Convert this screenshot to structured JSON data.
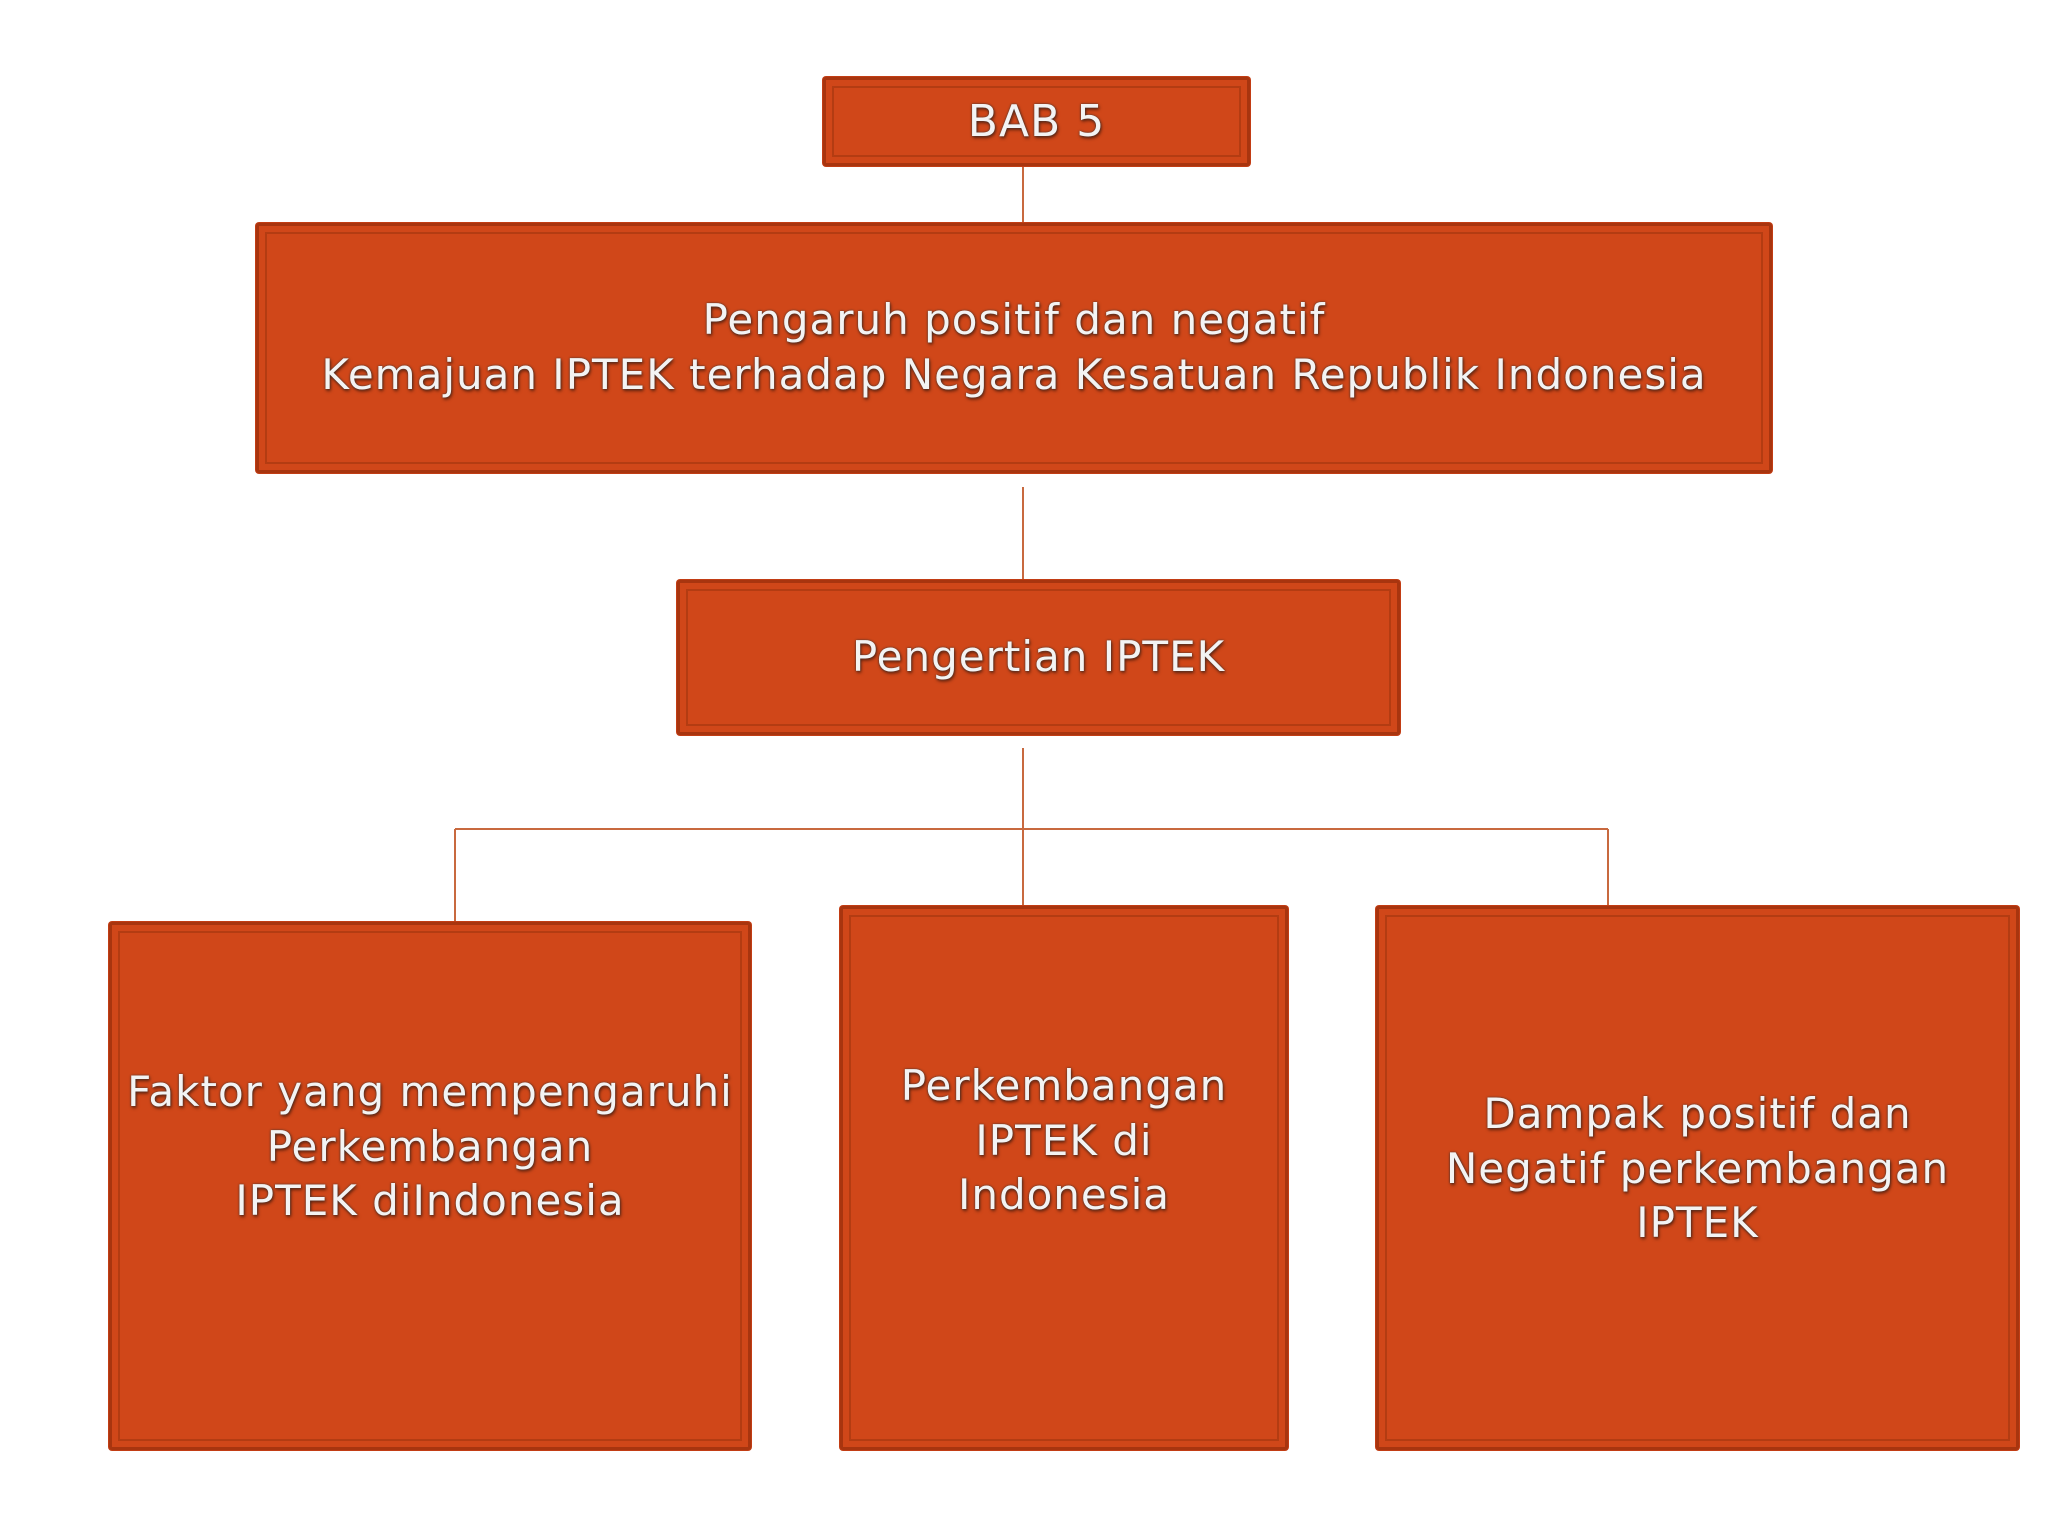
{
  "diagram": {
    "nodes": [
      {
        "id": "bab",
        "label": "BAB 5"
      },
      {
        "id": "title",
        "label": "Pengaruh positif dan negatif\nKemajuan IPTEK terhadap Negara Kesatuan Republik Indonesia"
      },
      {
        "id": "pengertian",
        "label": "Pengertian IPTEK"
      },
      {
        "id": "faktor",
        "label": "Faktor yang mempengaruhi\nPerkembangan\nIPTEK diIndonesia"
      },
      {
        "id": "perkembangan",
        "label": "Perkembangan\nIPTEK di\nIndonesia"
      },
      {
        "id": "dampak",
        "label": "Dampak positif dan\nNegatif perkembangan\nIPTEK"
      }
    ],
    "edges": [
      {
        "from": "bab",
        "to": "title"
      },
      {
        "from": "title",
        "to": "pengertian"
      },
      {
        "from": "pengertian",
        "to": "faktor"
      },
      {
        "from": "pengertian",
        "to": "perkembangan"
      },
      {
        "from": "pengertian",
        "to": "dampak"
      }
    ],
    "colors": {
      "box_fill": "#d04719",
      "box_border": "#a8350f",
      "connector": "#c8693f",
      "text": "#f3f3f3"
    }
  }
}
